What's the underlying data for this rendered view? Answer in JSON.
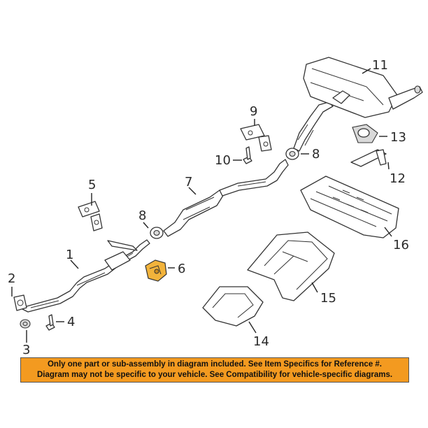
{
  "diagram": {
    "callouts": [
      {
        "id": "1",
        "label": "1"
      },
      {
        "id": "2",
        "label": "2"
      },
      {
        "id": "3",
        "label": "3"
      },
      {
        "id": "4",
        "label": "4"
      },
      {
        "id": "5",
        "label": "5"
      },
      {
        "id": "6",
        "label": "6"
      },
      {
        "id": "7",
        "label": "7"
      },
      {
        "id": "8a",
        "label": "8"
      },
      {
        "id": "8b",
        "label": "8"
      },
      {
        "id": "9",
        "label": "9"
      },
      {
        "id": "10",
        "label": "10"
      },
      {
        "id": "11",
        "label": "11"
      },
      {
        "id": "12",
        "label": "12"
      },
      {
        "id": "13",
        "label": "13"
      },
      {
        "id": "14",
        "label": "14"
      },
      {
        "id": "15",
        "label": "15"
      },
      {
        "id": "16",
        "label": "16"
      }
    ],
    "highlighted_part": "6",
    "highlight_color": "#f2b33b"
  },
  "footer": {
    "line1": "Only one part or sub-assembly in diagram included. See Item Specifics for Reference #.",
    "line2": "Diagram may not be specific to your vehicle. See Compatibility for vehicle-specific diagrams.",
    "background": "#f39a20"
  }
}
